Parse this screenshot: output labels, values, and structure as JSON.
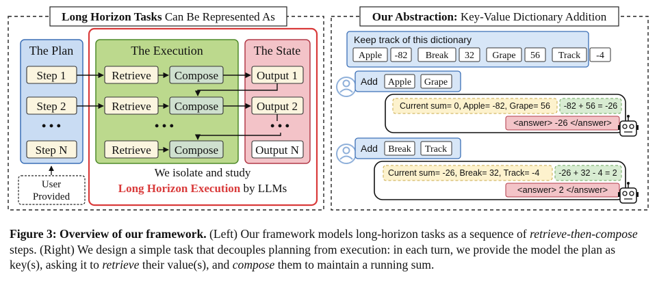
{
  "left_panel": {
    "title_bold": "Long Horizon Tasks",
    "title_rest": " Can Be Represented As",
    "plan": {
      "title": "The Plan",
      "steps": [
        "Step 1",
        "Step 2",
        "Step N"
      ],
      "dots": "• • •",
      "user_provided": "User\nProvided"
    },
    "execution": {
      "title": "The Execution",
      "retrieve": "Retrieve",
      "compose": "Compose",
      "dots": "• • •"
    },
    "state": {
      "title": "The State",
      "outputs": [
        "Output 1",
        "Output 2",
        "Output N"
      ],
      "dots": "• • •"
    },
    "isolate_line1": "We isolate and study",
    "isolate_highlight": "Long Horizon Execution",
    "isolate_rest": " by LLMs"
  },
  "right_panel": {
    "title_bold": "Our Abstraction:",
    "title_rest": " Key-Value Dictionary Addition",
    "dict": {
      "label": "Keep track of this dictionary",
      "items": [
        "Apple",
        "-82",
        "Break",
        "32",
        "Grape",
        "56",
        "Track",
        "-4"
      ]
    },
    "turns": [
      {
        "add_label": "Add",
        "keys": [
          "Apple",
          "Grape"
        ],
        "reasoning": "Current sum= 0, Apple= -82, Grape= 56",
        "calc": "-82 + 56 = -26",
        "answer": "<answer> -26 </answer>"
      },
      {
        "add_label": "Add",
        "keys": [
          "Break",
          "Track"
        ],
        "reasoning": "Current sum= -26, Break= 32, Track= -4",
        "calc": "-26 + 32 - 4 = 2",
        "answer": "<answer> 2 </answer>"
      }
    ]
  },
  "caption": {
    "label": "Figure 3:",
    "title": " Overview of our framework.",
    "t1": " (Left) Our framework models long-horizon tasks as a sequence of ",
    "t1_italic": "retrieve-then-compose",
    "t2": " steps. (Right) We design a simple task that decouples planning from execution: in each turn, we provide the model the plan as key(s), asking it to ",
    "t2_italic": "retrieve",
    "t3": " their value(s), and ",
    "t3_italic": "compose",
    "t4": " them to maintain a running sum."
  },
  "colors": {
    "plan_fill": "#c9dcf3",
    "plan_stroke": "#3b6fb6",
    "exec_fill": "#bcd98d",
    "exec_stroke": "#4f8a2a",
    "state_fill": "#f3c3c8",
    "state_stroke": "#b23a48",
    "highlight_red": "#d93a3a",
    "step_fill": "#fbf5df",
    "compose_fill": "#cfe0cf",
    "dict_fill": "#d7e6f7",
    "yellow_fill": "#fdf2cd",
    "green_fill": "#d8ecd2",
    "answer_fill": "#f3c4c8",
    "avatar_blue": "#8fb0da"
  },
  "icons": [
    "user-avatar-icon",
    "robot-icon",
    "arrow-icon"
  ]
}
